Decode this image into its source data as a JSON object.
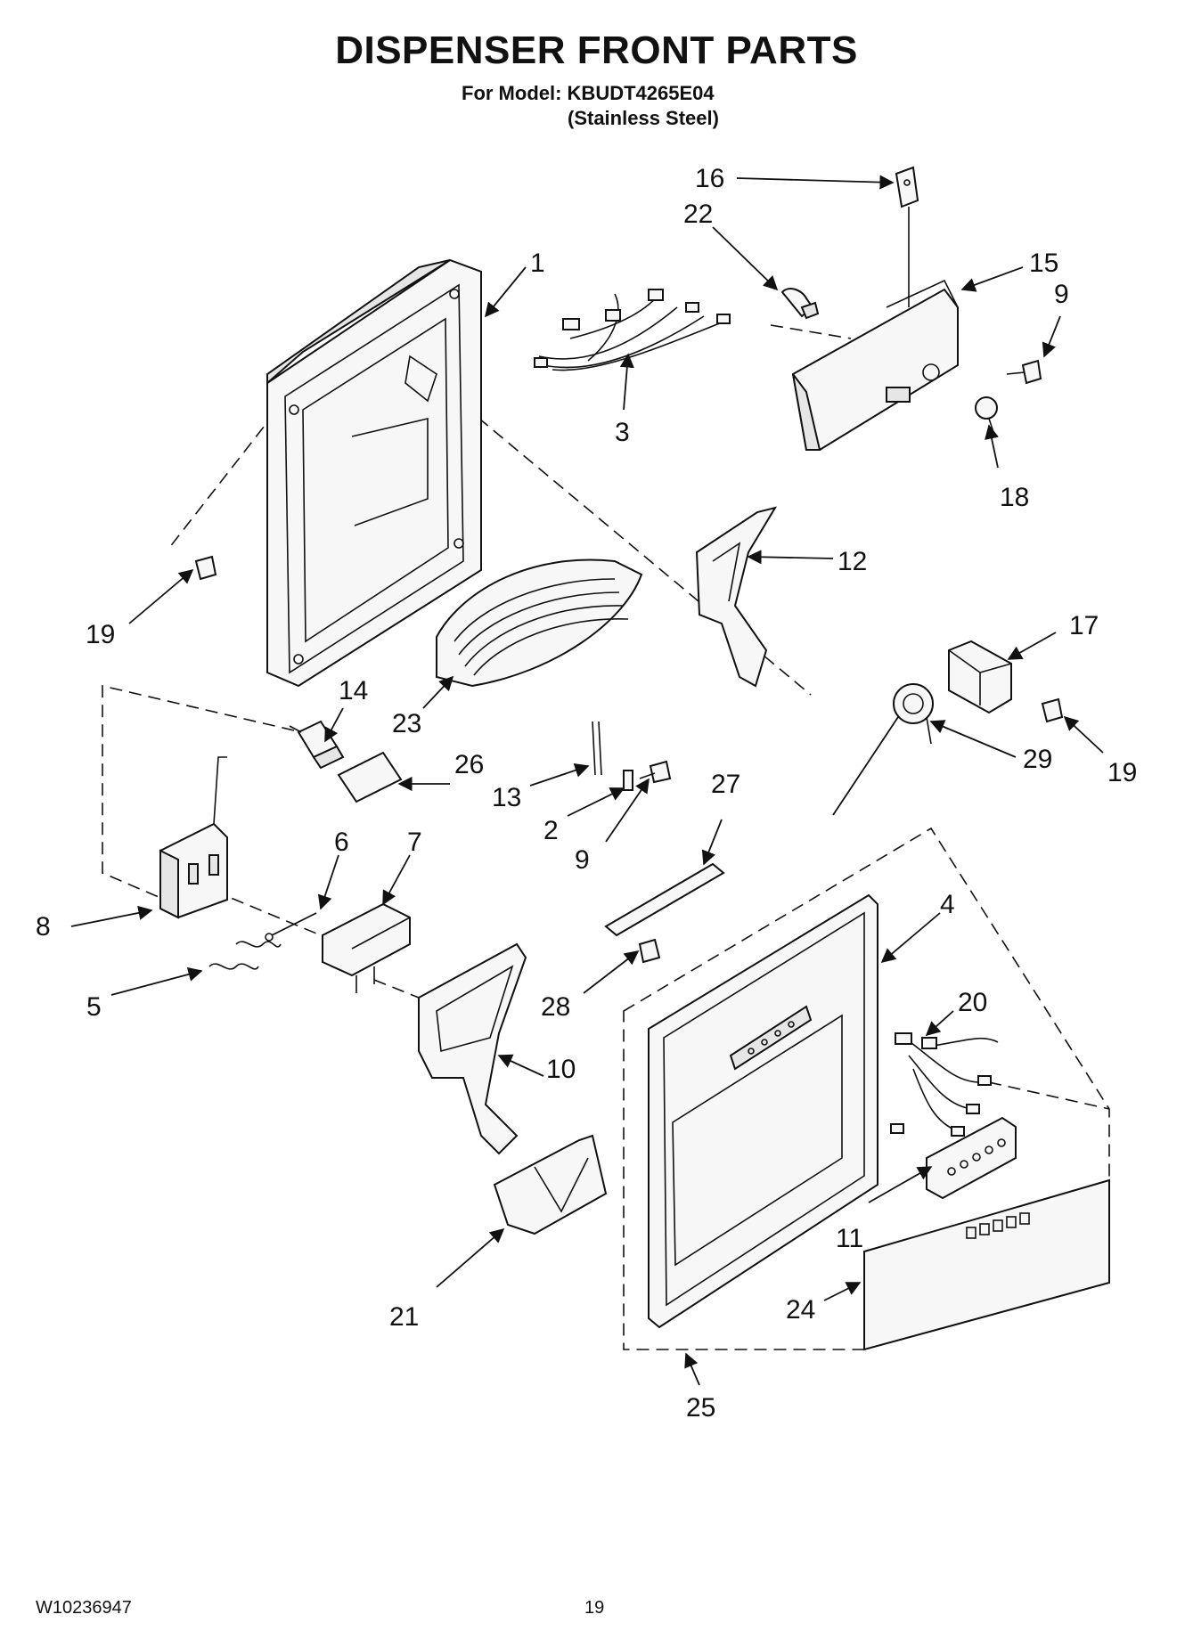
{
  "header": {
    "title": "DISPENSER FRONT PARTS",
    "model_line": "For Model: KBUDT4265E04",
    "finish_line": "(Stainless Steel)"
  },
  "footer": {
    "doc_number": "W10236947",
    "page_number": "19"
  },
  "callouts": {
    "c1": "1",
    "c2": "2",
    "c3": "3",
    "c4": "4",
    "c5": "5",
    "c6": "6",
    "c7": "7",
    "c8": "8",
    "c9a": "9",
    "c9b": "9",
    "c10": "10",
    "c11": "11",
    "c12": "12",
    "c13": "13",
    "c14": "14",
    "c15": "15",
    "c16": "16",
    "c17": "17",
    "c18": "18",
    "c19a": "19",
    "c19b": "19",
    "c20": "20",
    "c21": "21",
    "c22": "22",
    "c23": "23",
    "c24": "24",
    "c25": "25",
    "c26": "26",
    "c27": "27",
    "c28": "28",
    "c29": "29"
  }
}
